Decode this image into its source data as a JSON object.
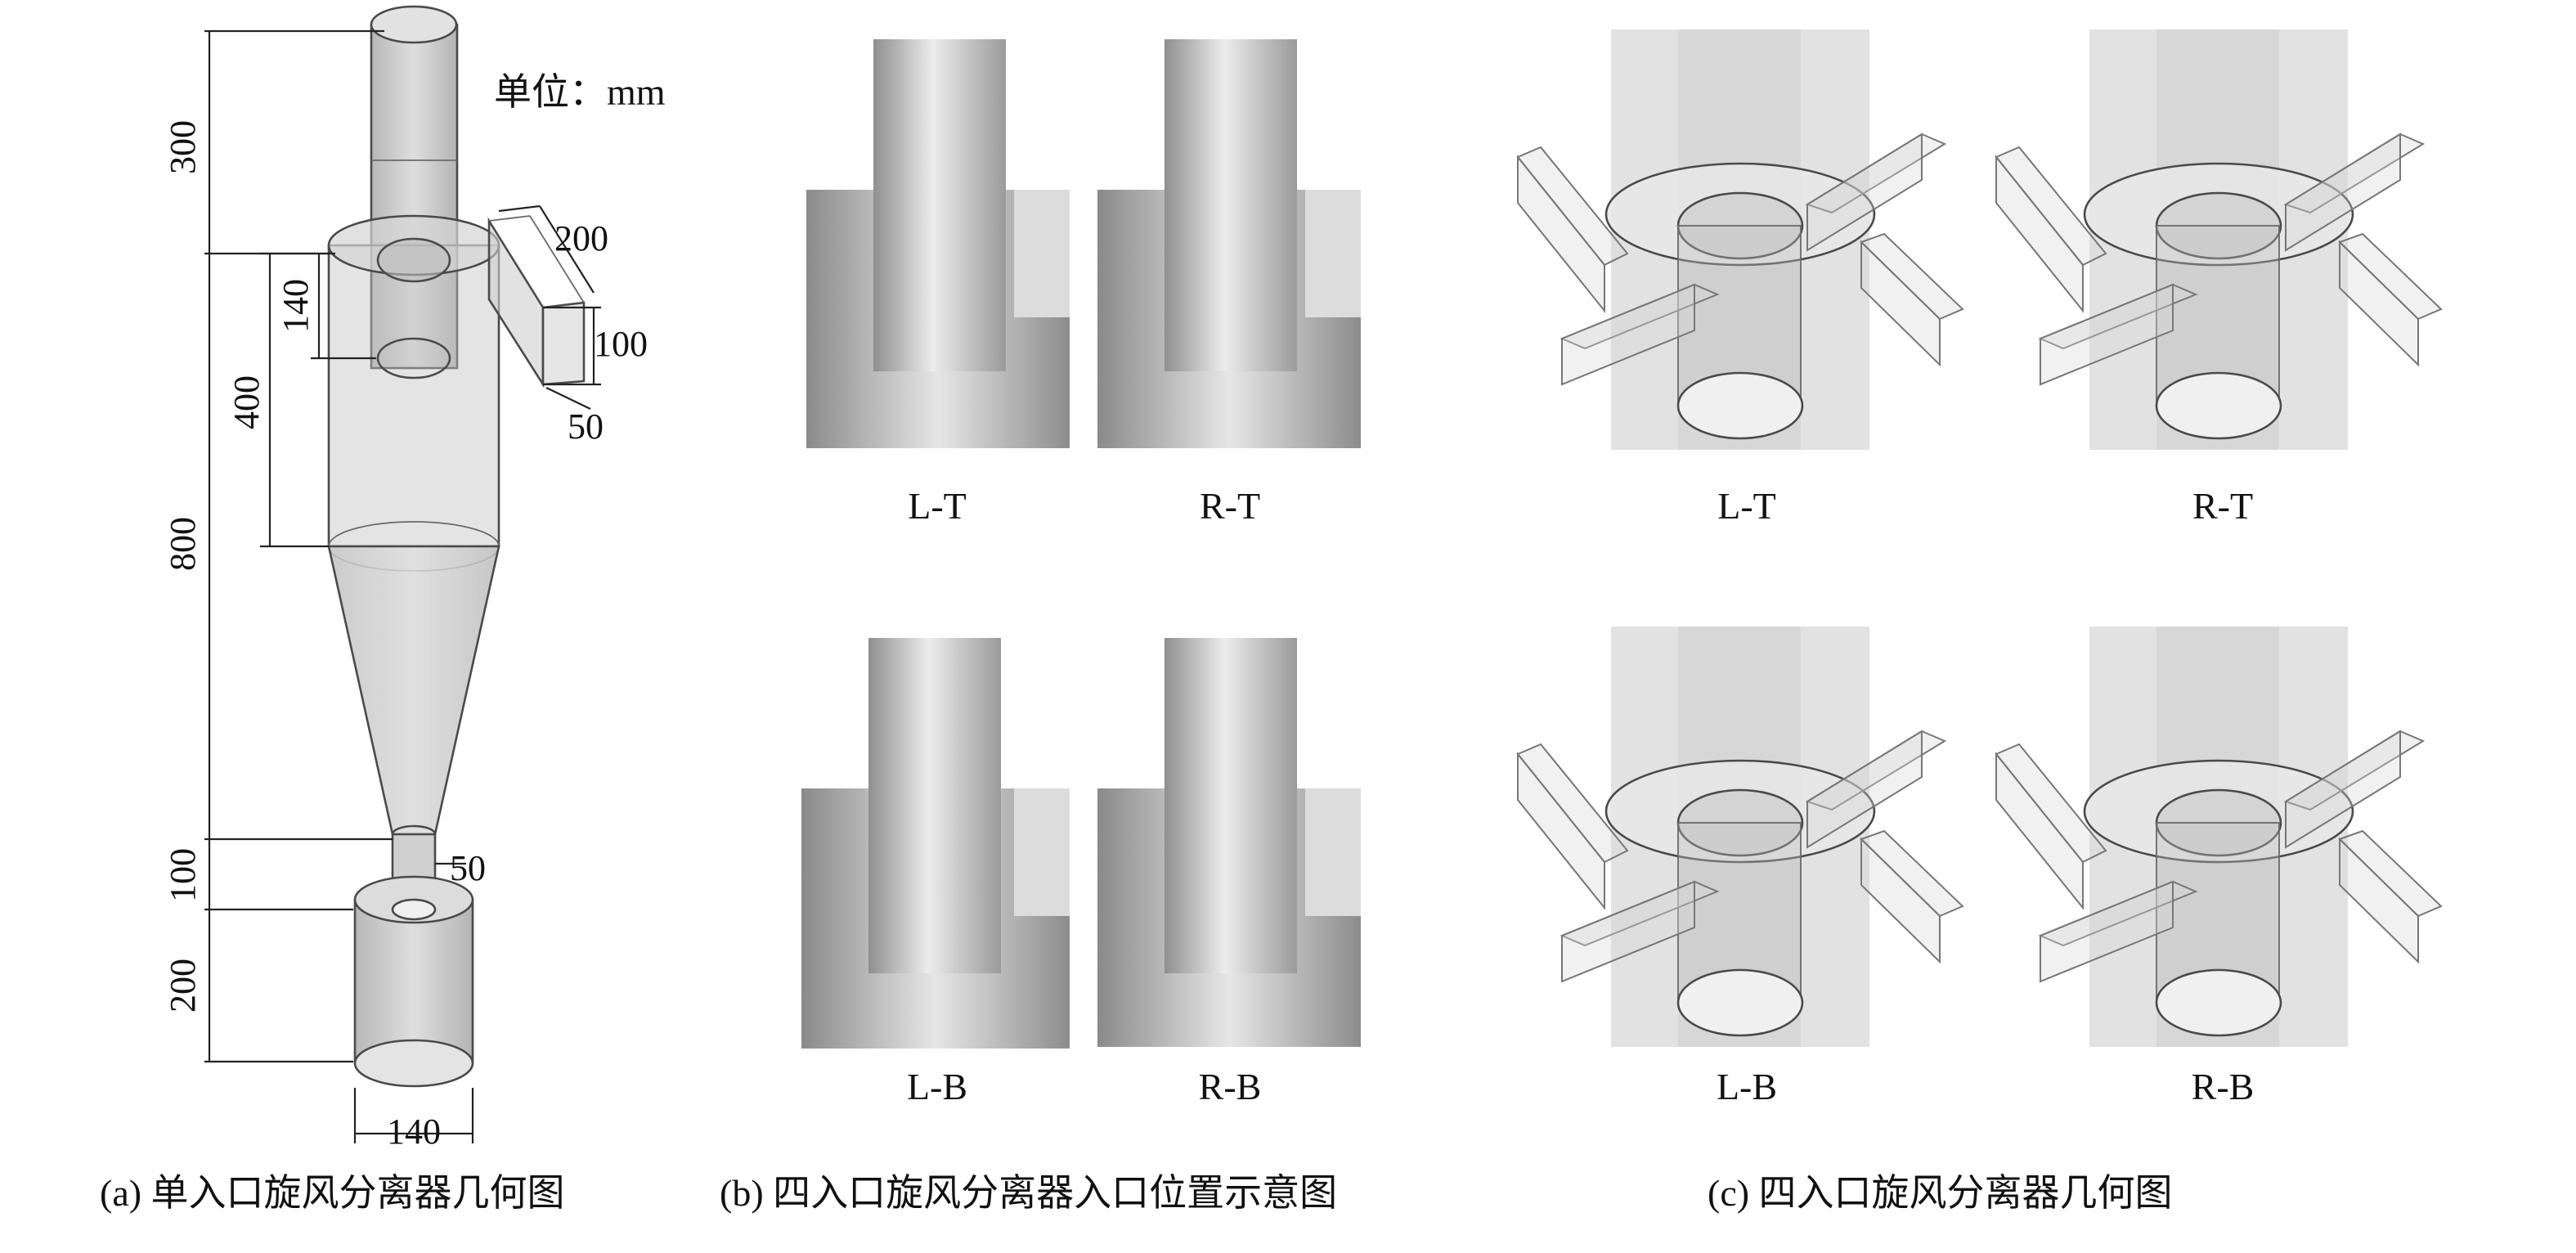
{
  "panel_a": {
    "unit_label": "单位：mm",
    "dims": {
      "outlet_height": "300",
      "inlet_depth": "140",
      "cylinder_height": "400",
      "body_height": "800",
      "dipleg_height": "100",
      "hopper_height": "200",
      "inlet_length": "200",
      "inlet_height": "100",
      "inlet_width": "50",
      "dipleg_diameter": "50",
      "hopper_diameter": "140"
    },
    "caption": "(a) 单入口旋风分离器几何图"
  },
  "panel_b": {
    "labels": [
      "L-T",
      "R-T",
      "L-B",
      "R-B"
    ],
    "caption": "(b) 四入口旋风分离器入口位置示意图"
  },
  "panel_c": {
    "labels": [
      "L-T",
      "R-T",
      "L-B",
      "R-B"
    ],
    "caption": "(c) 四入口旋风分离器几何图"
  }
}
